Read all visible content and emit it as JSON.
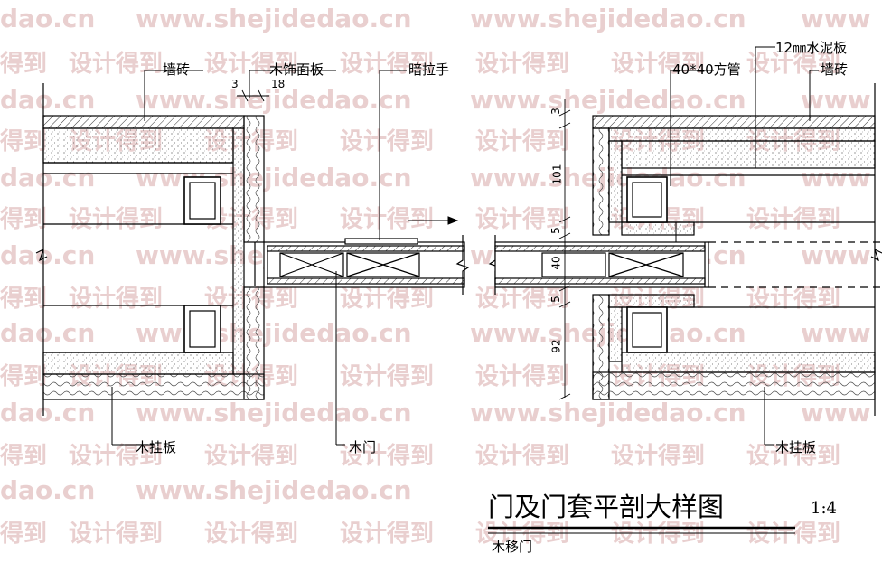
{
  "watermark": {
    "url": "www.shejidedao.cn",
    "url_tail": "dao.cn",
    "cn": "设计得到",
    "cn_tail": "得到",
    "url_head": "www"
  },
  "labels": {
    "wall_tile_left": "墙砖",
    "wood_veneer": "木饰面板",
    "hidden_handle": "暗拉手",
    "wood_panel_left": "木挂板",
    "wood_door": "木门",
    "cement_board": "12㎜水泥板",
    "square_tube": "40*40方管",
    "wall_tile_right": "墙砖",
    "wood_panel_right": "木挂板"
  },
  "dimensions": {
    "d3": "3",
    "d18": "18",
    "d3b": "3",
    "d101": "101",
    "d5a": "5",
    "d40": "40",
    "d5b": "5",
    "d92": "92"
  },
  "title": {
    "main": "门及门套平剖大样图",
    "scale": "1:4",
    "subtitle": "木移门"
  }
}
